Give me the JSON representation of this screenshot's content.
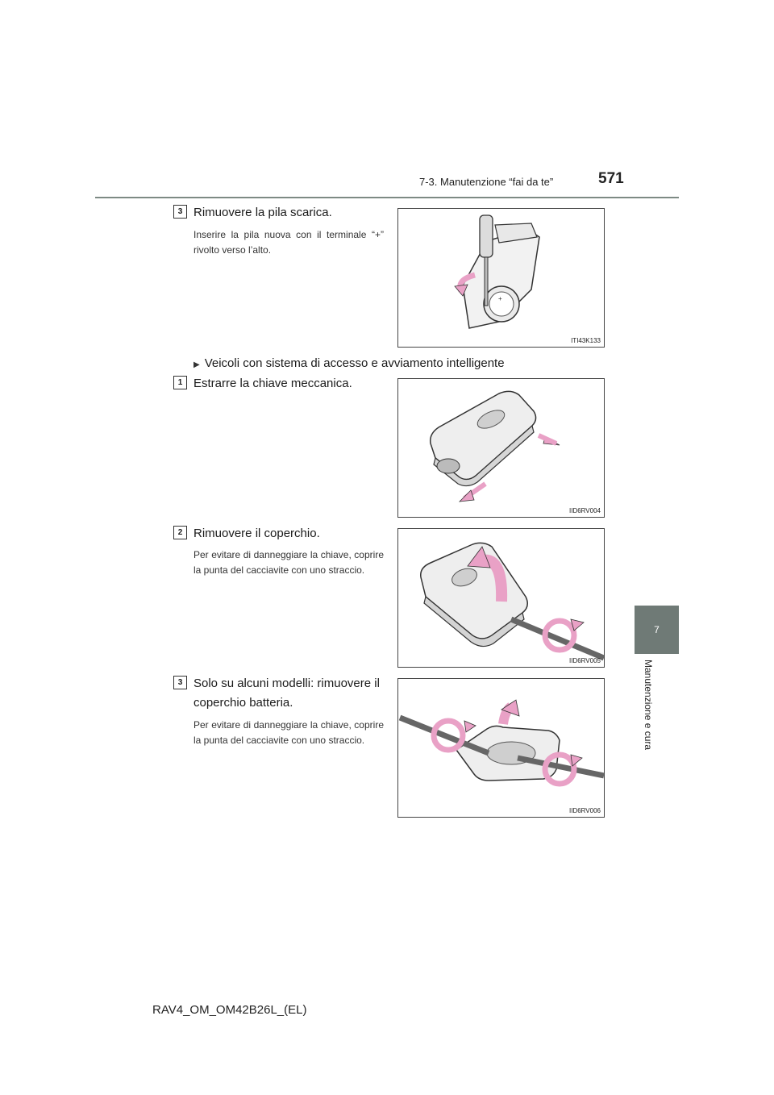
{
  "header": {
    "section_title": "7-3. Manutenzione “fai da te”",
    "page_number": "571"
  },
  "side_tab": {
    "chapter_number": "7",
    "chapter_title": "Manutenzione e cura"
  },
  "steps": [
    {
      "badge": "3",
      "title": "Rimuovere la pila scarica.",
      "note": "Inserire la pila nuova con il terminale “+” rivolto verso l’alto.",
      "figure_code": "ITI43K133",
      "figure_icon": "screwdriver-battery-illustration"
    },
    {
      "badge": "1",
      "title": "Estrarre la chiave meccanica.",
      "note": "",
      "figure_code": "IID6RV004",
      "figure_icon": "smart-key-extract-illustration"
    },
    {
      "badge": "2",
      "title": "Rimuovere il coperchio.",
      "note": "Per evitare di danneggiare la chiave, coprire la punta del cacciavite con uno straccio.",
      "figure_code": "IID6RV005",
      "figure_icon": "remove-cover-illustration"
    },
    {
      "badge": "3",
      "title": "Solo su alcuni modelli: rimuovere il coperchio batteria.",
      "note": "Per evitare di danneggiare la chiave, coprire la punta del cacciavite con uno straccio.",
      "figure_code": "IID6RV006",
      "figure_icon": "remove-battery-cover-illustration"
    }
  ],
  "subsection": {
    "bullet_icon": "triangle-bullet-icon",
    "label": "Veicoli con sistema di accesso e avviamento intelligente"
  },
  "footer": {
    "document_code": "RAV4_OM_OM42B26L_(EL)"
  },
  "colors": {
    "accent_gray": "#6f7a76",
    "arrow_pink": "#e9a1c6"
  }
}
